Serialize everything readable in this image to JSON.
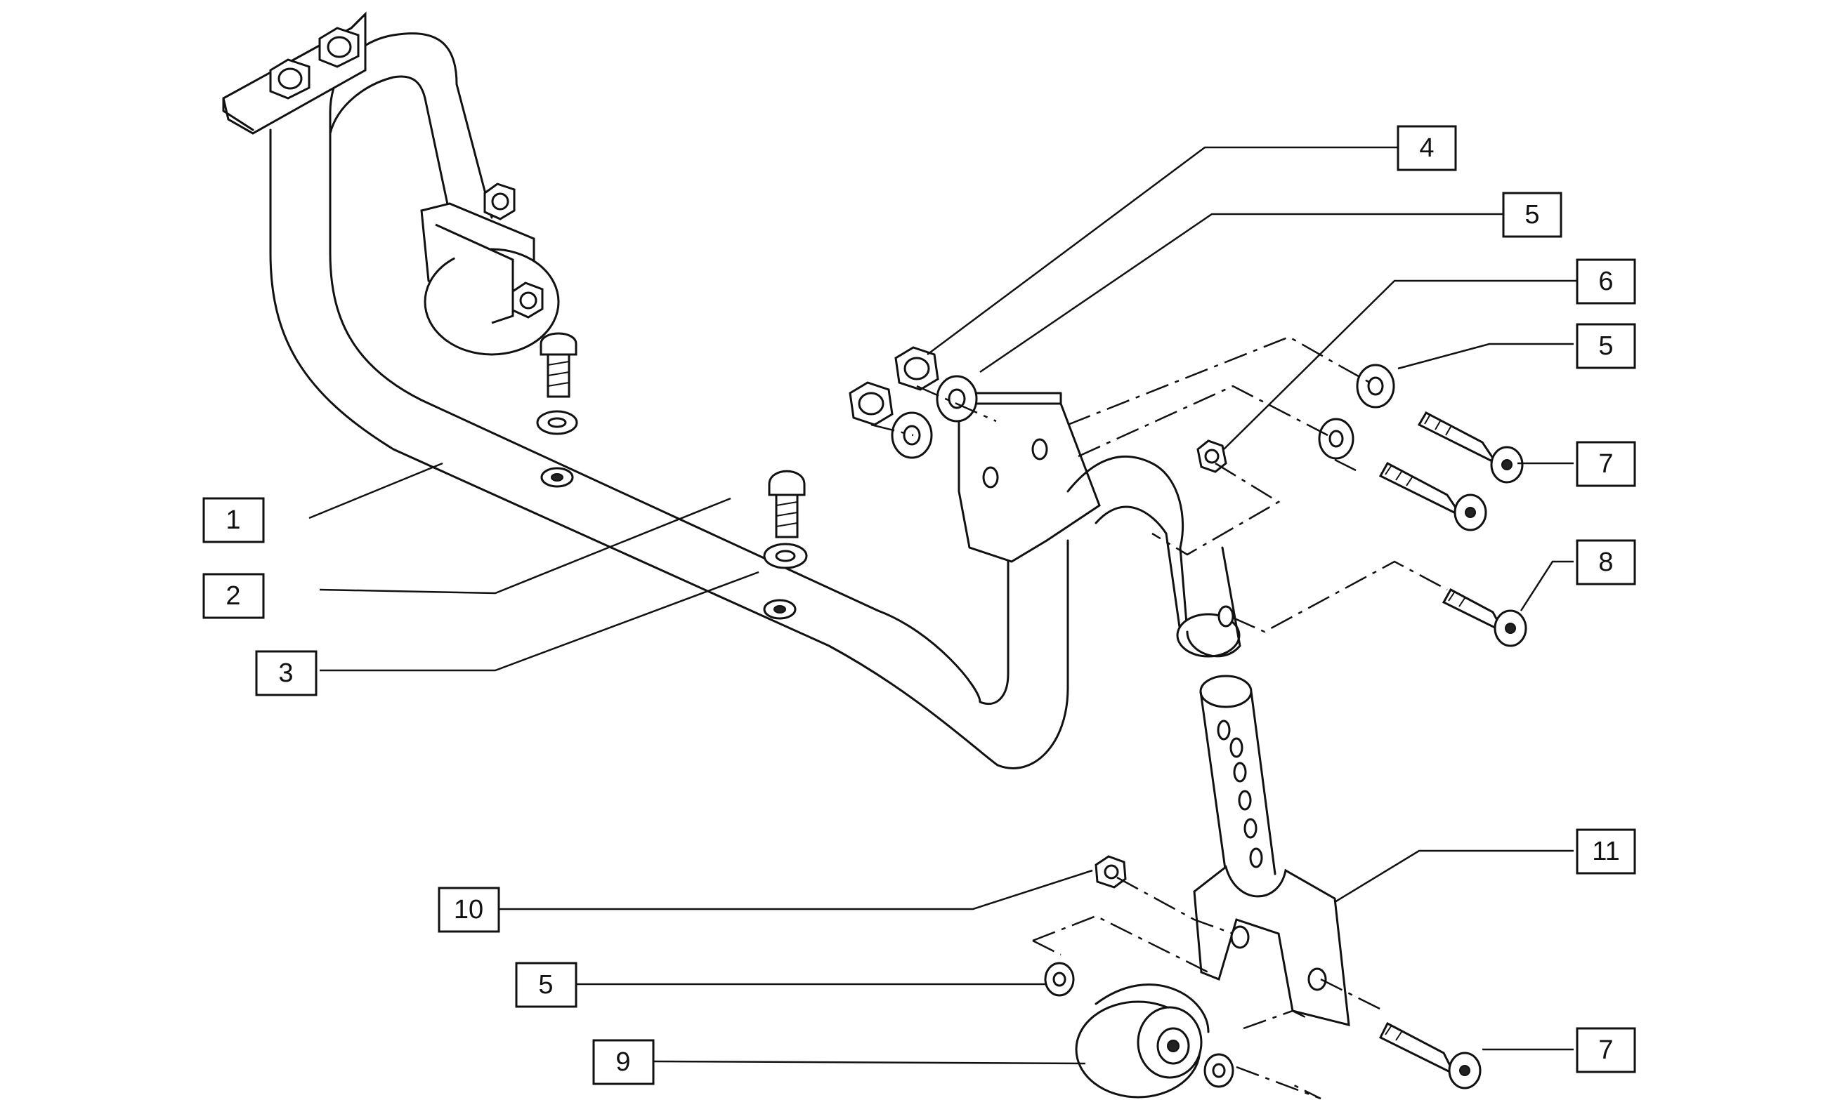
{
  "callouts": [
    {
      "id": "c1",
      "label": "1"
    },
    {
      "id": "c2",
      "label": "2"
    },
    {
      "id": "c3",
      "label": "3"
    },
    {
      "id": "c4",
      "label": "4"
    },
    {
      "id": "c5a",
      "label": "5"
    },
    {
      "id": "c6",
      "label": "6"
    },
    {
      "id": "c5b",
      "label": "5"
    },
    {
      "id": "c7a",
      "label": "7"
    },
    {
      "id": "c8",
      "label": "8"
    },
    {
      "id": "c11",
      "label": "11"
    },
    {
      "id": "c10",
      "label": "10"
    },
    {
      "id": "c5c",
      "label": "5"
    },
    {
      "id": "c9",
      "label": "9"
    },
    {
      "id": "c7b",
      "label": "7"
    }
  ]
}
